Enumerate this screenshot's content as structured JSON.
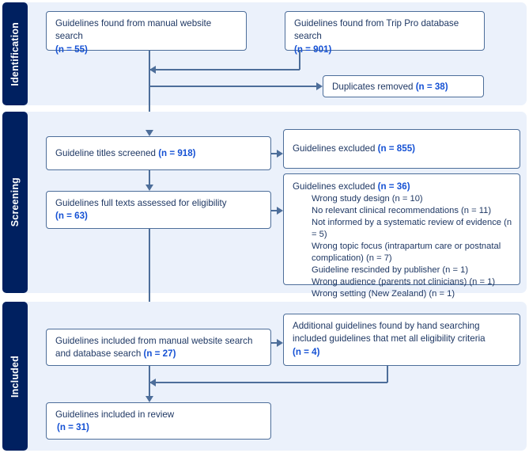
{
  "diagram": {
    "title": "PRISMA flow diagram of guideline identification, screening and inclusion",
    "colors": {
      "band_background": "#ebf1fb",
      "band_label_background": "#002060",
      "box_border": "#4d6e9a",
      "text": "#1f3864",
      "count_accent": "#1551d4",
      "page_background": "#ffffff"
    }
  },
  "stages": [
    {
      "key": "identification",
      "label": "Identification"
    },
    {
      "key": "screening",
      "label": "Screening"
    },
    {
      "key": "included",
      "label": "Included"
    }
  ],
  "boxes": {
    "manual_search": {
      "text": "Guidelines found from manual website search",
      "count": "(n = 55)"
    },
    "trip_pro_search": {
      "text": "Guidelines found from Trip Pro database search",
      "count": "(n = 901)"
    },
    "duplicates_removed": {
      "text": "Duplicates removed ",
      "count": "(n = 38)"
    },
    "titles_screened": {
      "text": "Guideline titles screened ",
      "count": "(n = 918)"
    },
    "titles_excluded": {
      "text": "Guidelines excluded ",
      "count": "(n = 855)"
    },
    "full_texts_assessed": {
      "text": "Guidelines full texts assessed for eligibility",
      "count": "(n = 63)"
    },
    "full_texts_excluded": {
      "text": "Guidelines excluded ",
      "count": "(n = 36)",
      "reasons": [
        "Wrong study design (n = 10)",
        "No relevant clinical recommendations (n = 11)",
        "Not informed by a systematic review of evidence (n = 5)",
        "Wrong topic focus (intrapartum care or postnatal complication) (n = 7)",
        "Guideline rescinded by publisher (n = 1)",
        "Wrong audience (parents not clinicians) (n = 1)",
        "Wrong setting (New Zealand) (n = 1)"
      ]
    },
    "included_from_searches": {
      "text": "Guidelines included from manual website search and database search ",
      "count": "(n = 27)"
    },
    "additional_hand_search": {
      "text": "Additional guidelines found by hand searching included guidelines that met all eligibility criteria",
      "count": "(n = 4)"
    },
    "included_in_review": {
      "text": "Guidelines included in review",
      "count": "(n = 31)"
    }
  }
}
